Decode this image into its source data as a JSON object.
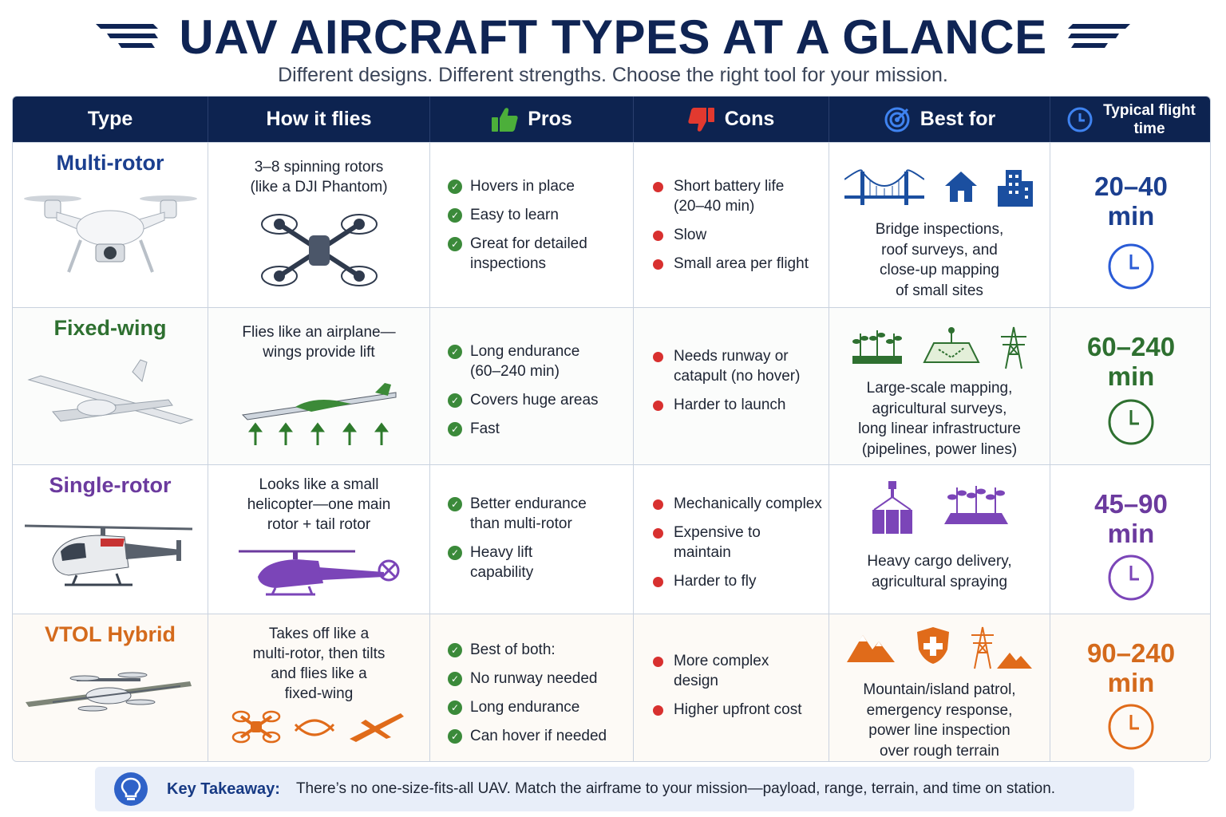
{
  "header": {
    "title": "UAV AIRCRAFT TYPES AT A GLANCE",
    "subtitle": "Different designs. Different strengths. Choose the right tool for your mission."
  },
  "columns": {
    "type": "Type",
    "how": "How it flies",
    "pros": "Pros",
    "cons": "Cons",
    "best": "Best for",
    "time_line1": "Typical flight",
    "time_line2": "time"
  },
  "colors": {
    "navy": "#0d2350",
    "multirotor": "#1b3f8f",
    "fixedwing": "#2e7030",
    "singlerotor": "#6b3a9e",
    "vtol": "#d46a1c",
    "pro_check": "#3b8a3a",
    "con_dot": "#d8302f"
  },
  "rows": [
    {
      "type": "Multi-rotor",
      "how_line1": "3–8 spinning rotors",
      "how_line2": "(like a DJI Phantom)",
      "pros": [
        "Hovers in place",
        "Easy to learn",
        "Great for detailed",
        "inspections"
      ],
      "cons": [
        "Short battery life",
        "(20–40 min)",
        "Slow",
        "Small area per flight"
      ],
      "best_icons": [
        "bridge-icon",
        "house-icon",
        "building-icon"
      ],
      "best_lines": [
        "Bridge inspections,",
        "roof surveys, and",
        "close-up mapping",
        "of small sites"
      ],
      "time_val": "20–40",
      "time_unit": "min"
    },
    {
      "type": "Fixed-wing",
      "how_line1": "Flies like an airplane—",
      "how_line2": "wings provide lift",
      "pros": [
        "Long endurance",
        "(60–240 min)",
        "Covers huge areas",
        "Fast"
      ],
      "cons": [
        "Needs runway or",
        "catapult (no hover)",
        "Harder to launch"
      ],
      "best_icons": [
        "crops-icon",
        "field-map-icon",
        "power-tower-icon"
      ],
      "best_lines": [
        "Large-scale mapping,",
        "agricultural surveys,",
        "long linear infrastructure",
        "(pipelines, power lines)"
      ],
      "time_val": "60–240",
      "time_unit": "min"
    },
    {
      "type": "Single-rotor",
      "how_line1": "Looks like a small",
      "how_line2": "helicopter—one main",
      "how_line3": "rotor + tail rotor",
      "pros": [
        "Better endurance",
        "than multi-rotor",
        "Heavy lift",
        "capability"
      ],
      "cons": [
        "Mechanically complex",
        "Expensive to",
        "maintain",
        "Harder to fly"
      ],
      "best_icons": [
        "cargo-hook-icon",
        "crops-icon"
      ],
      "best_lines": [
        "Heavy cargo delivery,",
        "agricultural spraying"
      ],
      "time_val": "45–90",
      "time_unit": "min"
    },
    {
      "type": "VTOL Hybrid",
      "how_line1": "Takes off like a",
      "how_line2": "multi-rotor, then tilts",
      "how_line3": "and flies like a",
      "how_line4": "fixed-wing",
      "pros": [
        "Best of both:",
        "No runway needed",
        "Long endurance",
        "Can hover if needed"
      ],
      "cons": [
        "More complex",
        "design",
        "Higher upfront cost"
      ],
      "best_icons": [
        "mountain-icon",
        "medical-shield-icon",
        "power-tower-icon"
      ],
      "best_lines": [
        "Mountain/island patrol,",
        "emergency response,",
        "power line inspection",
        "over rough terrain"
      ],
      "time_val": "90–240",
      "time_unit": "min"
    }
  ],
  "takeaway": {
    "label": "Key Takeaway:",
    "text": "There’s no one-size-fits-all UAV. Match the airframe to your mission—payload, range, terrain, and time on station."
  }
}
